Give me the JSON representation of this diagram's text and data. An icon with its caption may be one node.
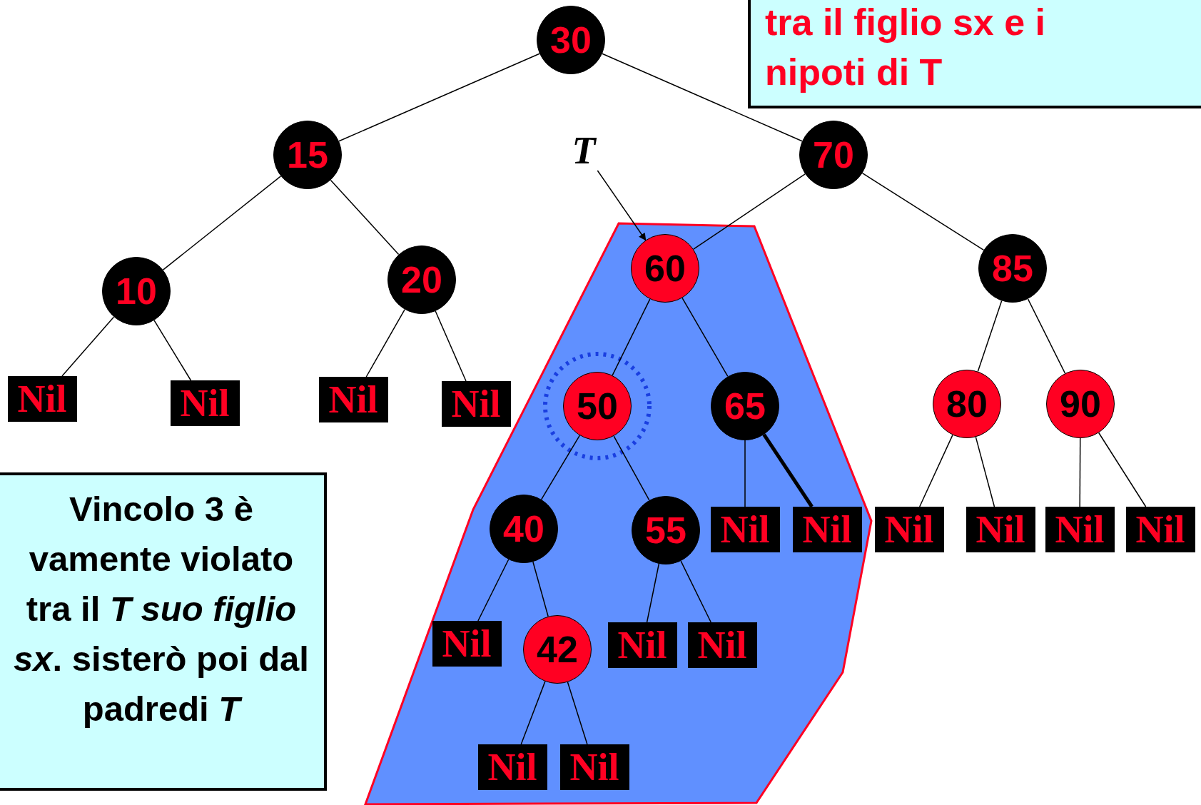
{
  "diagram": {
    "nodes": [
      {
        "text": [
          "tra il **figlio sx** e i nipoti di **T**"
        ]
      },
      {
        "text": [
          "30"
        ]
      },
      {
        "text": [
          "15"
        ]
      },
      {
        "text": [
          "T"
        ]
      },
      {
        "text": [
          "70"
        ]
      },
      {
        "text": [
          "10"
        ]
      },
      {
        "text": [
          "20"
        ]
      },
      {
        "text": [
          "60"
        ]
      },
      {
        "text": [
          "85"
        ]
      },
      {
        "text": [
          "Nil"
        ]
      },
      {
        "text": [
          "Nil"
        ]
      },
      {
        "text": [
          "Nil"
        ]
      },
      {
        "text": [
          "Nil"
        ]
      },
      {
        "text": [
          "50"
        ]
      },
      {
        "text": [
          "65"
        ]
      },
      {
        "text": [
          "80"
        ]
      },
      {
        "text": [
          "90"
        ]
      },
      {
        "text": [
          "40"
        ]
      },
      {
        "text": [
          "55"
        ]
      },
      {
        "text": [
          "Nil"
        ]
      },
      {
        "text": [
          "Nil"
        ]
      },
      {
        "text": [
          "Nil"
        ]
      },
      {
        "text": [
          "Nil"
        ]
      },
      {
        "text": [
          "Nil"
        ]
      },
      {
        "text": [
          "Nil"
        ]
      },
      {
        "text": [
          "**Vincolo 3** è vamente violato tra il *T* *suo figlio sx*. sisterò poi dal padredi *T*"
        ]
      },
      {
        "text": [
          "Nil"
        ]
      },
      {
        "text": [
          "42"
        ]
      },
      {
        "text": [
          "Nil"
        ]
      },
      {
        "text": [
          "Nil"
        ]
      },
      {
        "text": [
          "Nil"
        ]
      },
      {
        "text": [
          "Nil"
        ]
      }
    ],
    "edges": [
      {
        "from": 1,
        "to": 2,
        "arrow": "none"
      },
      {
        "from": 1,
        "to": 4,
        "arrow": "none"
      },
      {
        "from": 2,
        "to": 5,
        "arrow": "none"
      },
      {
        "from": 2,
        "to": 6,
        "arrow": "none"
      },
      {
        "from": 4,
        "to": 7,
        "arrow": "none"
      },
      {
        "from": 4,
        "to": 8,
        "arrow": "none"
      },
      {
        "from": 5,
        "to": 9,
        "arrow": "none"
      },
      {
        "from": 5,
        "to": 10,
        "arrow": "none"
      },
      {
        "from": 6,
        "to": 11,
        "arrow": "none"
      },
      {
        "from": 6,
        "to": 12,
        "arrow": "none"
      },
      {
        "from": 7,
        "to": 13,
        "arrow": "none"
      },
      {
        "from": 7,
        "to": 14,
        "arrow": "none"
      },
      {
        "from": 8,
        "to": 15,
        "arrow": "none"
      },
      {
        "from": 8,
        "to": 16,
        "arrow": "none"
      },
      {
        "from": 13,
        "to": 17,
        "arrow": "none"
      },
      {
        "from": 13,
        "to": 18,
        "arrow": "none"
      },
      {
        "from": 14,
        "to": 19,
        "arrow": "none"
      },
      {
        "from": 14,
        "to": 20,
        "arrow": "none",
        "style": "thick"
      },
      {
        "from": 15,
        "to": 21,
        "arrow": "none"
      },
      {
        "from": 15,
        "to": 22,
        "arrow": "none"
      },
      {
        "from": 16,
        "to": 23,
        "arrow": "none"
      },
      {
        "from": 16,
        "to": 24,
        "arrow": "none"
      },
      {
        "from": 17,
        "to": 26,
        "arrow": "none"
      },
      {
        "from": 17,
        "to": 27,
        "arrow": "none"
      },
      {
        "from": 18,
        "to": 28,
        "arrow": "none"
      },
      {
        "from": 18,
        "to": 29,
        "arrow": "none"
      },
      {
        "from": 27,
        "to": 30,
        "arrow": "none"
      },
      {
        "from": 27,
        "to": 31,
        "arrow": "none"
      },
      {
        "from": 3,
        "to": 7,
        "arrow": "to"
      }
    ]
  }
}
